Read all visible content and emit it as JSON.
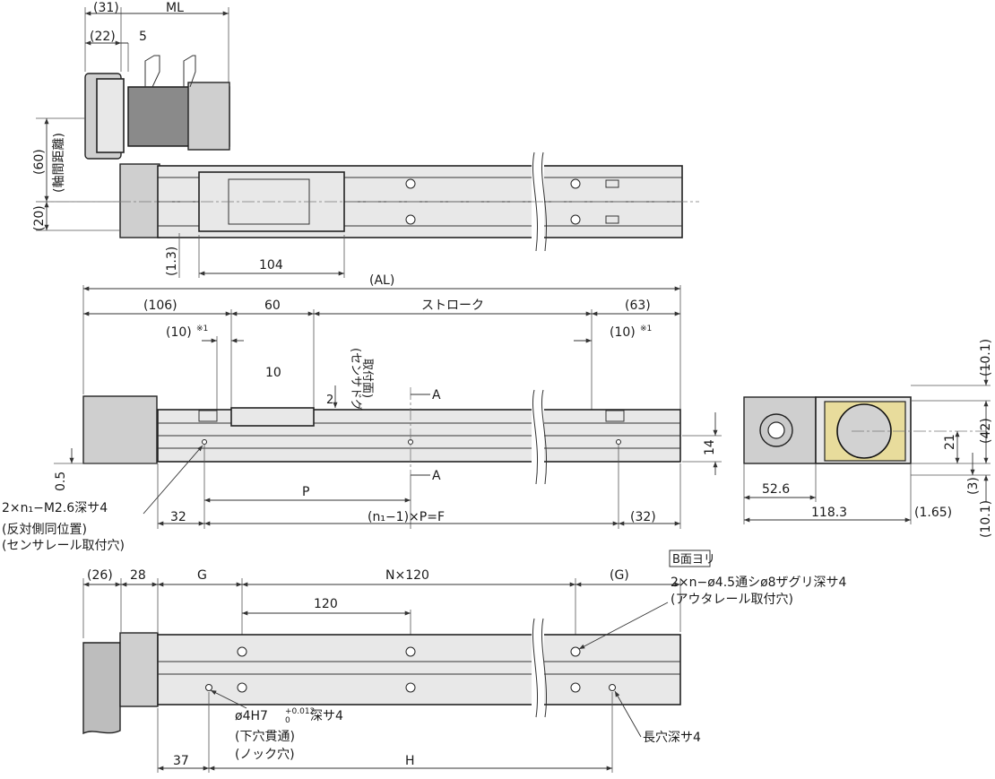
{
  "top_view": {
    "dim_31": "(31)",
    "dim_ml": "ML",
    "dim_22": "(22)",
    "dim_5": "5",
    "dim_60": "(60)",
    "axis_distance": "(軸間距離)",
    "dim_20": "(20)",
    "dim_1_3": "(1.3)",
    "dim_104": "104"
  },
  "front_view": {
    "dim_al": "(AL)",
    "dim_106": "(106)",
    "dim_60": "60",
    "stroke": "ストローク",
    "dim_63": "(63)",
    "dim_10_left": "(10)",
    "dim_10_right": "(10)",
    "note_mark": "※1",
    "sensor_dog_1": "(センサドグ",
    "sensor_dog_2": "取付面)",
    "dim_10": "10",
    "dim_2": "2",
    "section_a_top": "A",
    "section_a_bottom": "A",
    "dim_14": "14",
    "dim_0_5": "0.5",
    "dim_p": "P",
    "note_tap": "2×n₁−M2.6深サ4",
    "note_tap_2": "(反対側同位置)",
    "note_tap_3": "(センサレール取付穴)",
    "dim_32_left": "32",
    "dim_f": "(n₁−1)×P=F",
    "dim_32_right": "(32)"
  },
  "section_view": {
    "dim_10_1_top": "(10.1)",
    "dim_42": "(42)",
    "dim_21": "21",
    "dim_3": "(3)",
    "dim_10_1_bottom": "(10.1)",
    "dim_52_6": "52.6",
    "dim_118_3": "118.3",
    "dim_1_65": "(1.65)"
  },
  "bottom_view": {
    "b_face": "B面ヨリ",
    "dim_26": "(26)",
    "dim_28": "28",
    "dim_g": "G",
    "dim_n120": "N×120",
    "dim_g_right": "(G)",
    "hole_note_1": "2×n−ø4.5通シø8ザグリ深サ4",
    "hole_note_2": "(アウタレール取付穴)",
    "dim_120": "120",
    "pin_note_main": "ø4H7",
    "pin_tol_upper": "+0.012",
    "pin_tol_lower": "0",
    "pin_note_depth": "深サ4",
    "pin_note_2": "(下穴貫通)",
    "pin_note_3": "(ノック穴)",
    "slot_note": "長穴深サ4",
    "dim_37": "37",
    "dim_h": "H"
  }
}
